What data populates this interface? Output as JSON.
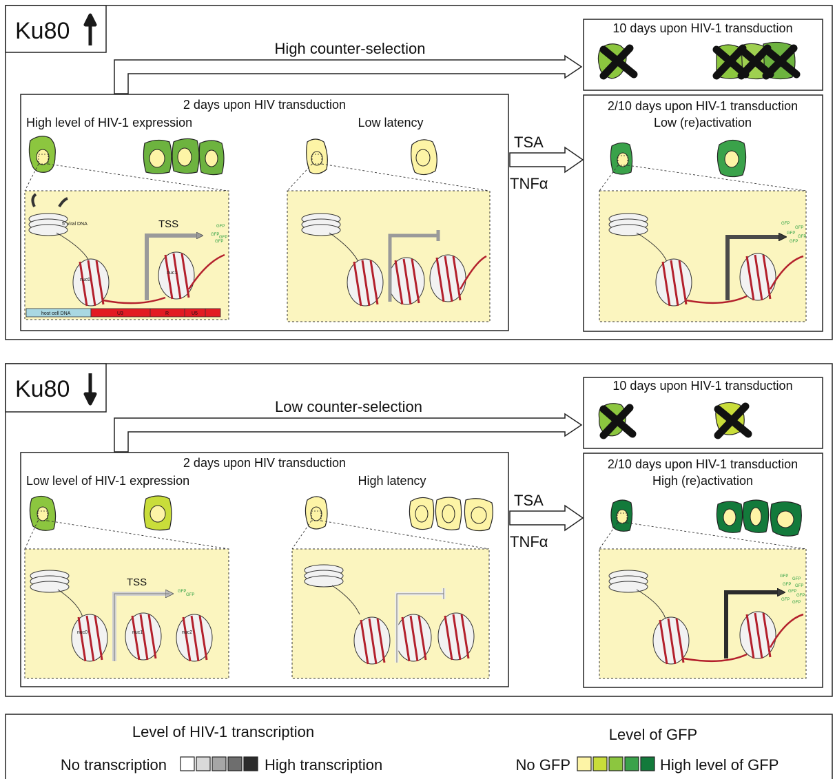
{
  "panel_top": {
    "badge": "Ku80",
    "arrow_label": "High counter-selection",
    "main_title": "2 days upon HIV transduction",
    "left_heading": "High level of HIV-1 expression",
    "right_heading": "Low latency",
    "outcome1_title": "10 days upon HIV-1 transduction",
    "outcome2_title": "2/10 days upon HIV-1 transduction",
    "outcome2_sub": "Low (re)activation",
    "treat1": "TSA",
    "treat2": "TNFα",
    "tss": "TSS",
    "viral_dna": "5' viral DNA",
    "nuc0": "nuc0",
    "nuc1": "nuc1",
    "host_dna": "host cell DNA",
    "u3": "U3",
    "r": "R",
    "u5": "U5",
    "gfp": "GFP"
  },
  "panel_bottom": {
    "badge": "Ku80",
    "arrow_label": "Low counter-selection",
    "main_title": "2 days upon HIV transduction",
    "left_heading": "Low level of HIV-1 expression",
    "right_heading": "High latency",
    "outcome1_title": "10 days upon HIV-1 transduction",
    "outcome2_title": "2/10 days upon HIV-1 transduction",
    "outcome2_sub": "High (re)activation",
    "treat1": "TSA",
    "treat2": "TNFα",
    "tss": "TSS",
    "nuc0": "nuc0",
    "nuc1": "nuc1",
    "nuc2": "nuc2",
    "gfp": "GFP"
  },
  "legend": {
    "transcription_title": "Level of HIV-1 transcription",
    "transcription_low": "No transcription",
    "transcription_high": "High transcription",
    "transcription_colors": [
      "#ffffff",
      "#d9d9d9",
      "#a6a6a6",
      "#6e6e6e",
      "#2b2b2b"
    ],
    "gfp_title": "Level of GFP",
    "gfp_low": "No GFP",
    "gfp_high": "High level of GFP",
    "gfp_colors": [
      "#fdf4a6",
      "#c9dd3a",
      "#8cc63f",
      "#3aa24a",
      "#137a3b"
    ]
  },
  "colors": {
    "zoom_bg": "#fbf5bf",
    "dna_red": "#b3202c",
    "host_blue": "#a9d8e2",
    "ltr_red": "#e21b23",
    "gfp_text": "#2ea043"
  }
}
